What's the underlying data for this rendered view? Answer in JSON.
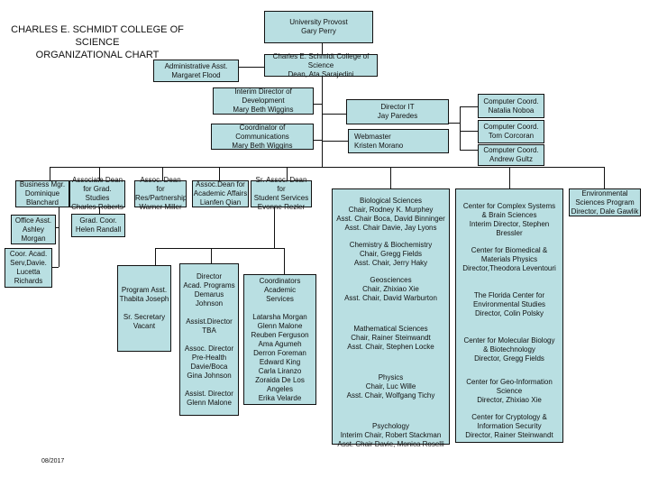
{
  "title": "CHARLES E. SCHMIDT COLLEGE OF SCIENCE\nORGANIZATIONAL CHART",
  "date": "08/2017",
  "provost": "University Provost\nGary Perry",
  "dean": "Charles E. Schmidt College of Science\nDean, Ata Sarajedini",
  "admin": "Administrative Asst.\nMargaret Flood",
  "development": "Interim Director of\nDevelopment\nMary Beth Wiggins",
  "communications": "Coordinator of\nCommunications\nMary Beth Wiggins",
  "it": "Director IT\nJay Paredes",
  "webmaster": "Webmaster\nKristen Morano",
  "computer": [
    "Computer Coord.\nNatalia Noboa",
    "Computer Coord.\nTom Corcoran",
    "Computer Coord.\nAndrew Gultz"
  ],
  "business": "Business Mgr.\nDominique\nBlanchard",
  "office_asst": "Office Asst.\nAshley\nMorgan",
  "coor_acad": "Coor. Acad.\nServ,Davie.\nLucetta\nRichards",
  "grad_dean": "Associate Dean\nfor Grad. Studies\nCharles Roberts",
  "grad_coor": "Grad. Coor.\nHelen Randall",
  "res": "Assoc. Dean for\nRes/Partnership\nWarner Miller",
  "acad": "Assoc.Dean for\nAcademic Affairs\nLianfen Qian",
  "student": "Sr. Assoc. Dean for\nStudent Services\nEvonne Rezler",
  "program": "Program Asst.\nThabita Joseph\n\nSr. Secretary\nVacant",
  "director_acad": "Director\nAcad. Programs\nDemarus Johnson\n\nAssist.Director\nTBA\n\nAssoc. Director\nPre-Health\nDavie/Boca\nGina Johnson\n\nAssist. Director\nGlenn Malone",
  "coordinators": "Coordinators\nAcademic\nServices\n\nLatarsha Morgan\nGlenn Malone\nReuben Ferguson\nAma Agumeh\nDerron Foreman\nEdward King\nCarla Liranzo\nZoraida De Los\nAngeles\nErika Velarde",
  "departments": [
    "Biological Sciences\nChair, Rodney K.  Murphey\nAsst. Chair Boca, David Binninger\nAsst. Chair Davie, Jay Lyons",
    "Chemistry & Biochemistry\nChair, Gregg Fields\nAsst. Chair, Jerry Haky",
    "Geosciences\nChair, Zhixiao Xie\nAsst. Chair, David Warburton",
    "Mathematical Sciences\nChair, Rainer Steinwandt\nAsst. Chair, Stephen Locke",
    "Physics\nChair, Luc Wille\nAsst. Chair, Wolfgang Tichy",
    "Psychology\nInterim Chair, Robert Stackman\nAsst. Chair Davie, Monica Roselli"
  ],
  "centers": [
    "Center for Complex Systems\n& Brain Sciences\nInterim Director, Stephen\nBressler",
    "Center for Biomedical &\nMaterials Physics\nDirector,Theodora Leventouri",
    "The Florida Center for\nEnvironmental Studies\nDirector, Colin Polsky",
    "Center for Molecular Biology\n& Biotechnology\nDirector, Gregg Fields",
    "Center for Geo-Information\nScience\nDirector, Zhixiao Xie",
    "Center for Cryptology &\nInformation Security\nDirector, Rainer Steinwandt"
  ],
  "environmental": "Environmental\nSciences Program\nDirector, Dale Gawlik"
}
